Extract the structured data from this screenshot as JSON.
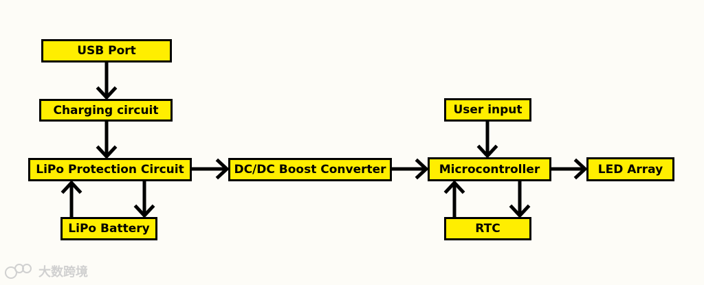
{
  "nodes": {
    "usb_port": "USB Port",
    "charging_circuit": "Charging circuit",
    "lipo_protection_circuit": "LiPo Protection Circuit",
    "lipo_battery": "LiPo Battery",
    "dcdc_boost_converter": "DC/DC Boost Converter",
    "microcontroller": "Microcontroller",
    "user_input": "User input",
    "rtc": "RTC",
    "led_array": "LED Array"
  },
  "connections": [
    {
      "from": "usb_port",
      "to": "charging_circuit"
    },
    {
      "from": "charging_circuit",
      "to": "lipo_protection_circuit"
    },
    {
      "from": "lipo_protection_circuit",
      "to": "lipo_battery"
    },
    {
      "from": "lipo_battery",
      "to": "lipo_protection_circuit"
    },
    {
      "from": "lipo_protection_circuit",
      "to": "dcdc_boost_converter"
    },
    {
      "from": "dcdc_boost_converter",
      "to": "microcontroller"
    },
    {
      "from": "user_input",
      "to": "microcontroller"
    },
    {
      "from": "microcontroller",
      "to": "rtc"
    },
    {
      "from": "rtc",
      "to": "microcontroller"
    },
    {
      "from": "microcontroller",
      "to": "led_array"
    }
  ],
  "colors": {
    "box_fill": "#ffee00",
    "box_border": "#000000",
    "arrow": "#000000",
    "background": "#fdfcf7"
  },
  "watermark": {
    "text": "大数跨境",
    "icon": "watermark-logo-icon"
  }
}
